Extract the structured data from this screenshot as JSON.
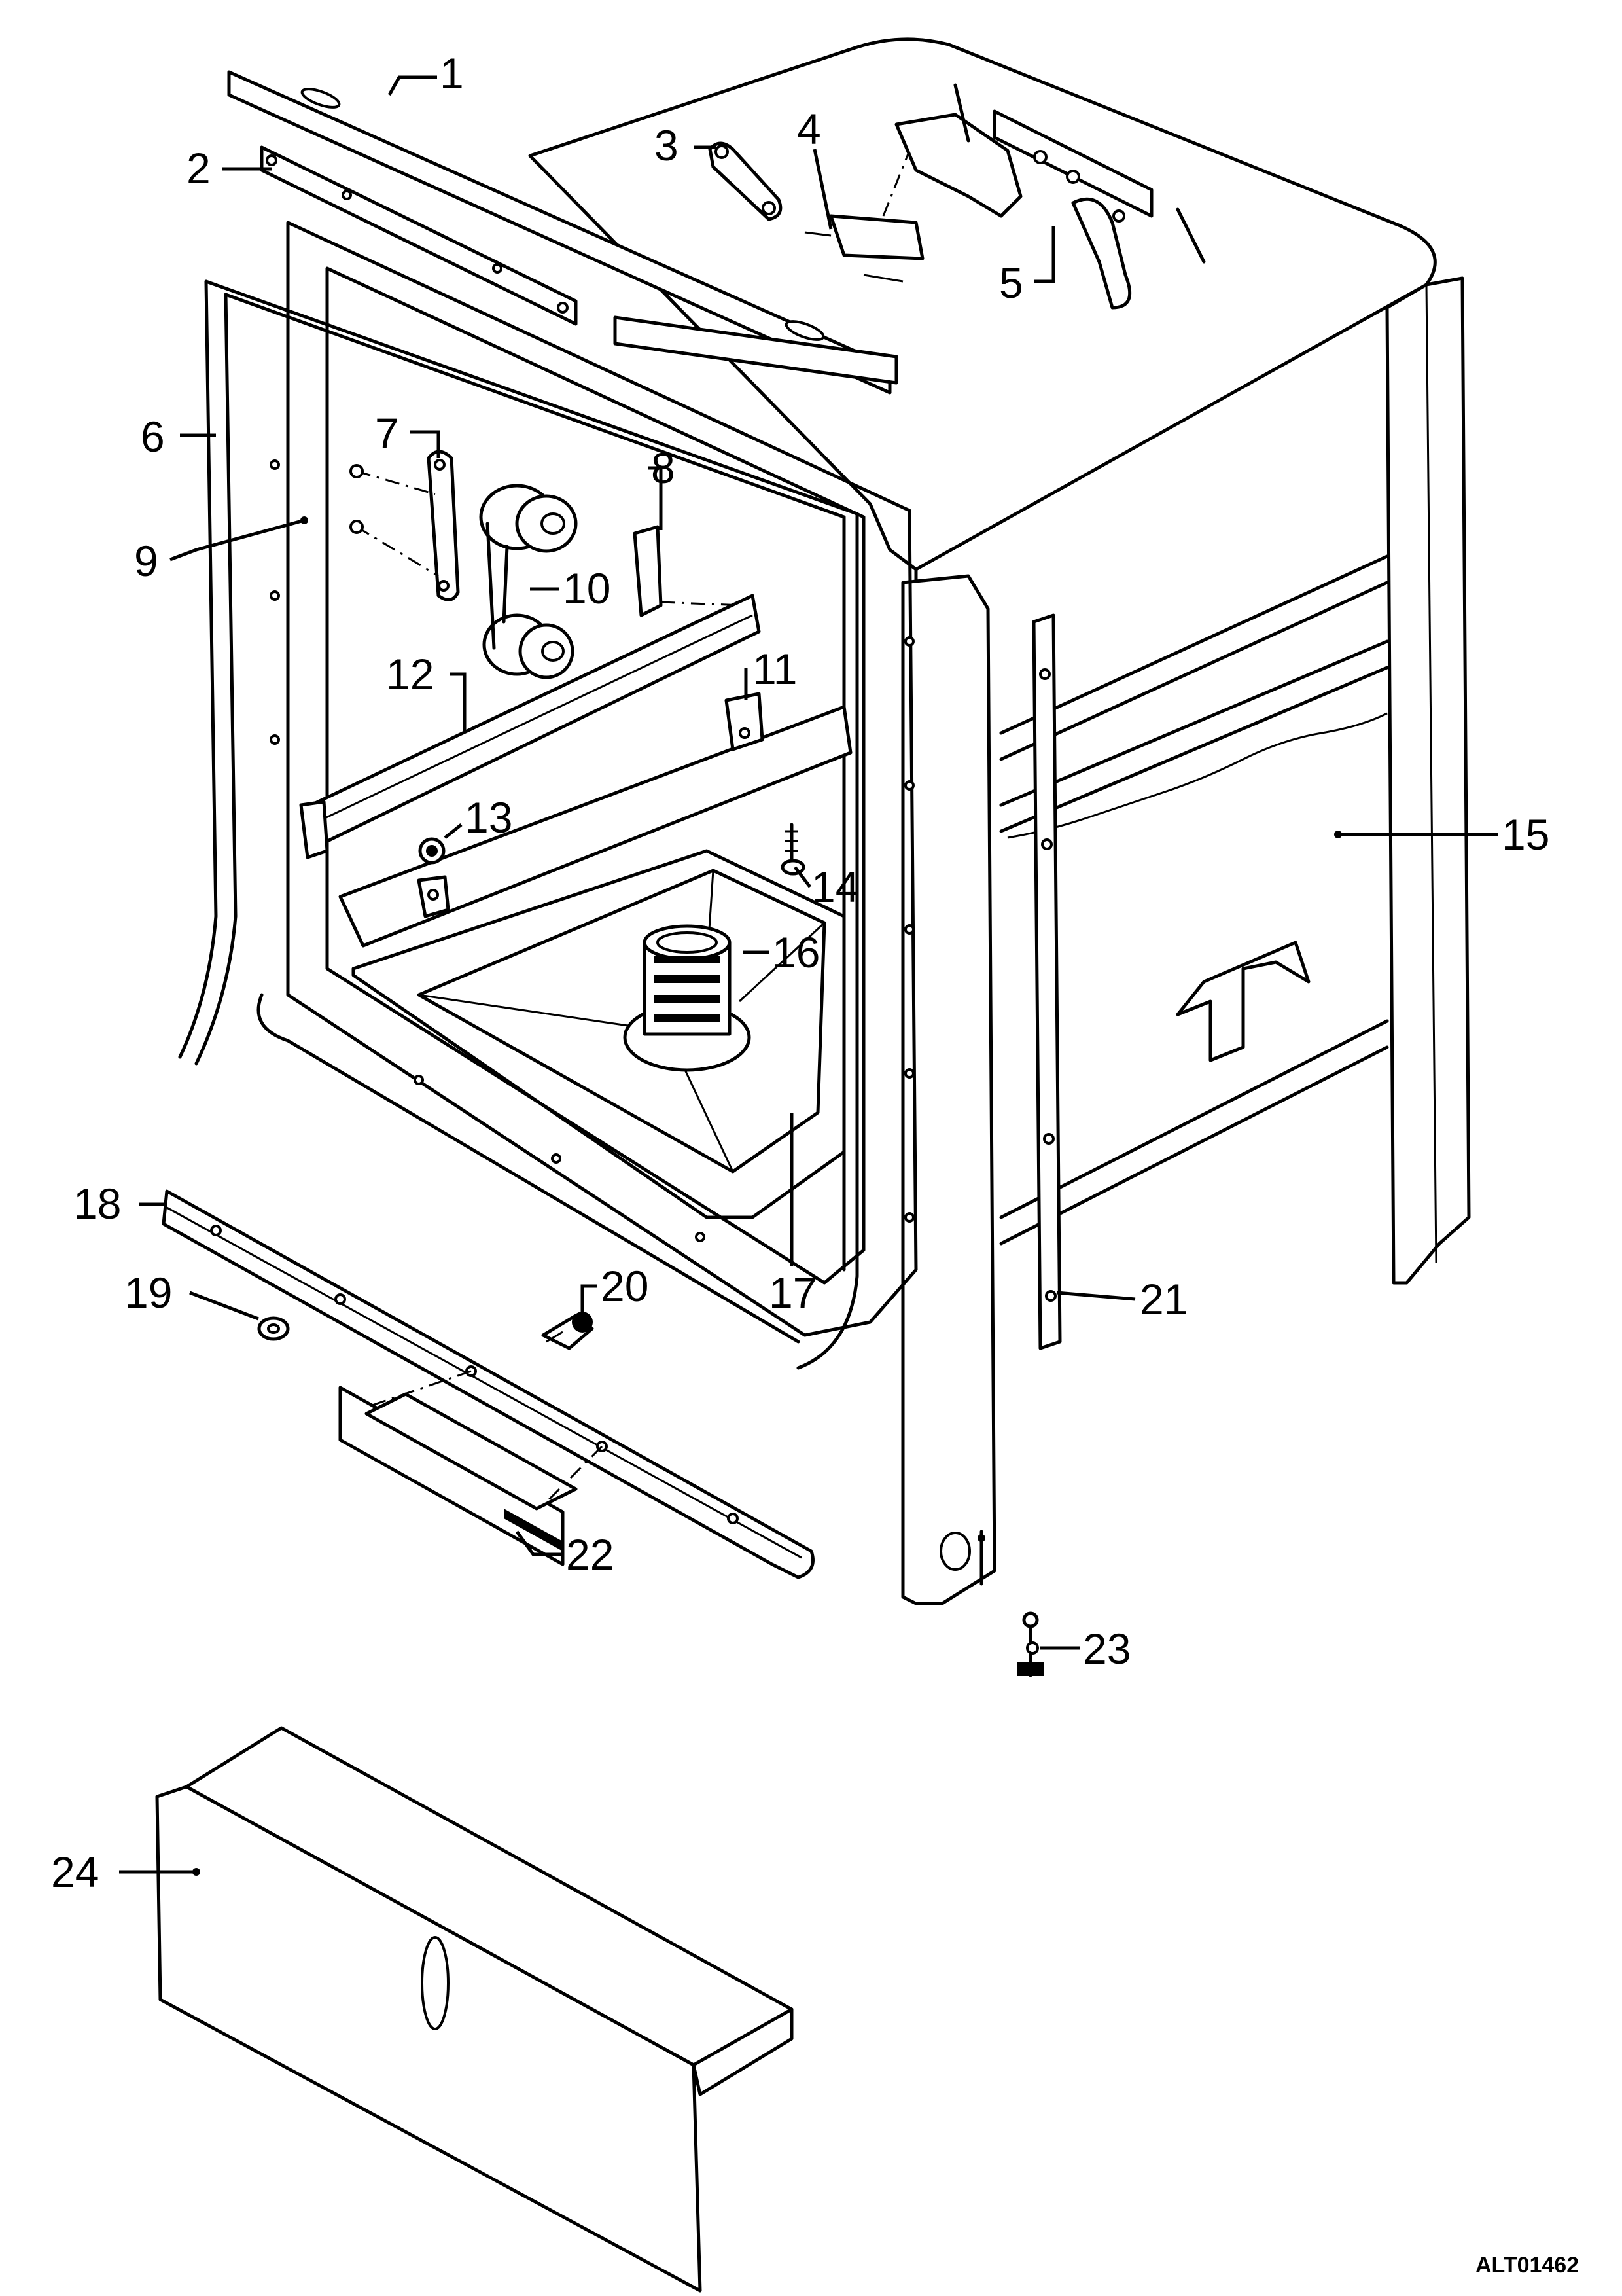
{
  "diagram": {
    "reference_code": "ALT01462",
    "callouts": [
      {
        "id": 1,
        "label": "1"
      },
      {
        "id": 2,
        "label": "2"
      },
      {
        "id": 3,
        "label": "3"
      },
      {
        "id": 4,
        "label": "4"
      },
      {
        "id": 5,
        "label": "5"
      },
      {
        "id": 6,
        "label": "6"
      },
      {
        "id": 7,
        "label": "7"
      },
      {
        "id": 8,
        "label": "8"
      },
      {
        "id": 9,
        "label": "9"
      },
      {
        "id": 10,
        "label": "10"
      },
      {
        "id": 11,
        "label": "11"
      },
      {
        "id": 12,
        "label": "12"
      },
      {
        "id": 13,
        "label": "13"
      },
      {
        "id": 14,
        "label": "14"
      },
      {
        "id": 15,
        "label": "15"
      },
      {
        "id": 16,
        "label": "16"
      },
      {
        "id": 17,
        "label": "17"
      },
      {
        "id": 18,
        "label": "18"
      },
      {
        "id": 19,
        "label": "19"
      },
      {
        "id": 20,
        "label": "20"
      },
      {
        "id": 21,
        "label": "21"
      },
      {
        "id": 22,
        "label": "22"
      },
      {
        "id": 23,
        "label": "23"
      },
      {
        "id": 24,
        "label": "24"
      }
    ]
  }
}
